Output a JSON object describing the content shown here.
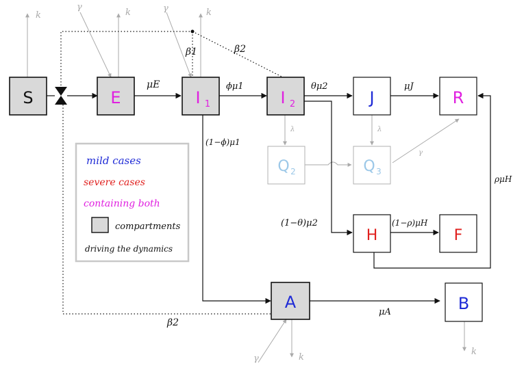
{
  "colors": {
    "mild": "#1f2bd6",
    "severe": "#e0201e",
    "both": "#e020e0",
    "black": "#111111",
    "grey": "#aaaaaa",
    "faint_text": "#9cc8e8",
    "shaded": "#d9d9d9"
  },
  "nodes": {
    "S": "S",
    "E": "E",
    "I1": "I",
    "I1_sub": "1",
    "I2": "I",
    "I2_sub": "2",
    "J": "J",
    "R": "R",
    "Q2": "Q",
    "Q2_sub": "2",
    "Q3": "Q",
    "Q3_sub": "3",
    "H": "H",
    "F": "F",
    "A": "A",
    "B": "B"
  },
  "rates": {
    "mu_E": "μE",
    "phi_mu1": "ϕμ1",
    "theta_mu2": "θμ2",
    "mu_J": "μJ",
    "one_minus_phi_mu1": "(1−ϕ)μ1",
    "one_minus_theta_mu2": "(1−θ)μ2",
    "one_minus_rho_muH": "(1−ρ)μH",
    "rho_muH": "ρμH",
    "mu_A": "μA",
    "beta1": "β1",
    "beta2_top": "β2",
    "beta2_bottom": "β2",
    "gamma": "γ",
    "kappa": "k",
    "lambda": "λ"
  },
  "legend": {
    "mild": "mild cases",
    "severe": "severe cases",
    "both": "containing both",
    "compartments_line1": "compartments",
    "compartments_line2": "driving the dynamics"
  }
}
